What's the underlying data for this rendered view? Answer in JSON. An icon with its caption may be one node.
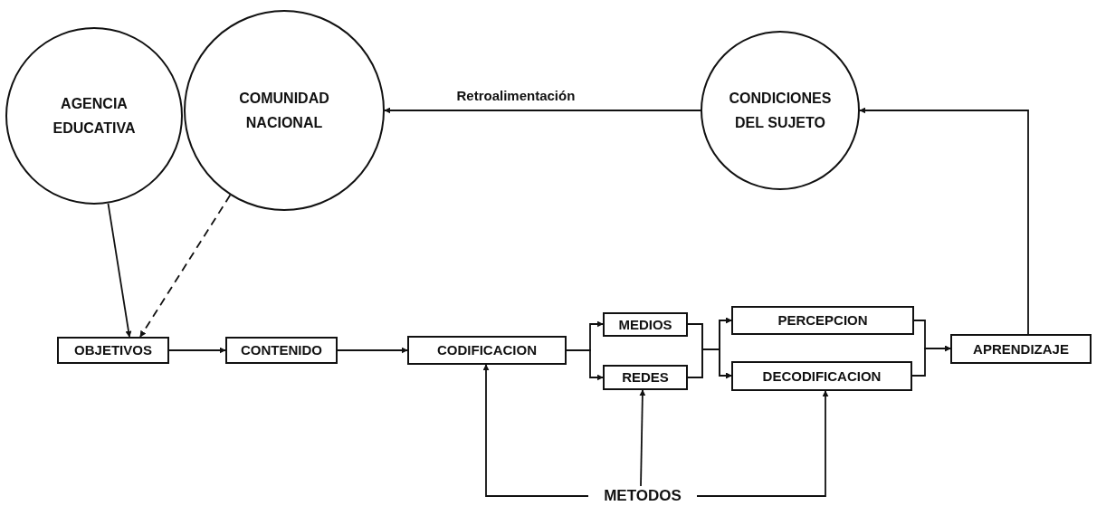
{
  "diagram": {
    "nodes": [
      {
        "text": [
          "AGENCIA EDUCATIVA"
        ]
      },
      {
        "text": [
          "COMUNIDAD NACIONAL"
        ]
      },
      {
        "text": [
          "CONDICIONES DEL SUJETO"
        ]
      },
      {
        "text": [
          "OBJETIVOS"
        ]
      },
      {
        "text": [
          "CONTENIDO"
        ]
      },
      {
        "text": [
          "CODIFICACION"
        ]
      },
      {
        "text": [
          "MEDIOS"
        ]
      },
      {
        "text": [
          "REDES"
        ]
      },
      {
        "text": [
          "PERCEPCION"
        ]
      },
      {
        "text": [
          "DECODIFICACION"
        ]
      },
      {
        "text": [
          "APRENDIZAJE"
        ]
      },
      {
        "text": [
          "METODOS"
        ]
      }
    ],
    "edges": [
      {
        "from": 0,
        "to": 3,
        "arrow": "to"
      },
      {
        "from": 1,
        "to": 3,
        "arrow": "to",
        "style": "dashed"
      },
      {
        "from": 3,
        "to": 4,
        "arrow": "to"
      },
      {
        "from": 4,
        "to": 5,
        "arrow": "to"
      },
      {
        "from": 5,
        "to": 6,
        "arrow": "to"
      },
      {
        "from": 5,
        "to": 7,
        "arrow": "to"
      },
      {
        "from": 6,
        "to": 8,
        "arrow": "to"
      },
      {
        "from": 6,
        "to": 9,
        "arrow": "to"
      },
      {
        "from": 7,
        "to": 8,
        "arrow": "to"
      },
      {
        "from": 7,
        "to": 9,
        "arrow": "to"
      },
      {
        "from": 8,
        "to": 10,
        "arrow": "to"
      },
      {
        "from": 9,
        "to": 10,
        "arrow": "to"
      },
      {
        "from": 10,
        "to": 2,
        "arrow": "to"
      },
      {
        "from": 2,
        "to": 1,
        "arrow": "to",
        "label": "Retroalimentación"
      },
      {
        "from": 11,
        "to": 5,
        "arrow": "to"
      },
      {
        "from": 11,
        "to": 7,
        "arrow": "to"
      },
      {
        "from": 11,
        "to": 9,
        "arrow": "to"
      }
    ]
  }
}
